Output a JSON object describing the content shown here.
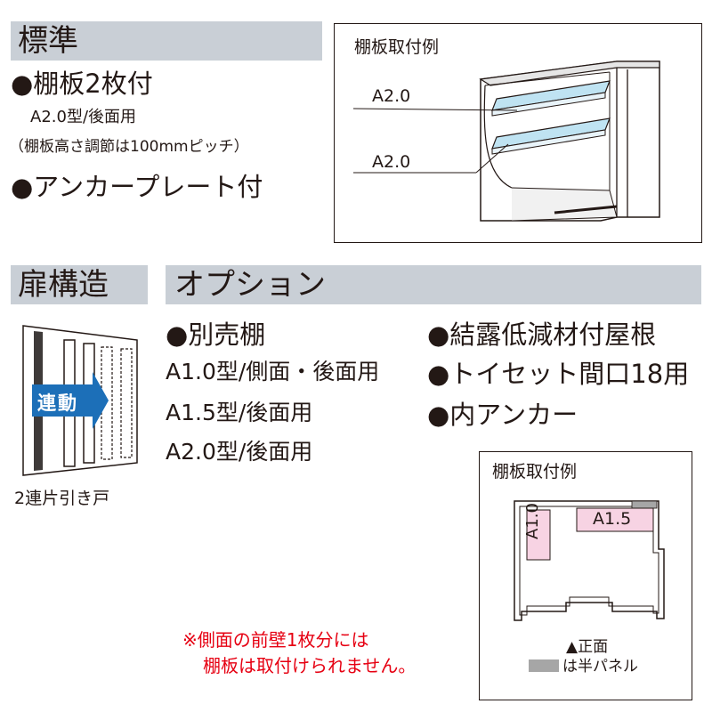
{
  "standard": {
    "heading": "標準",
    "items": [
      {
        "label": "●棚板2枚付",
        "sub": [
          "A2.0型/後面用",
          "（棚板高さ調節は100mmピッチ）"
        ]
      },
      {
        "label": "●アンカープレート付"
      }
    ]
  },
  "shelf_example_top": {
    "caption": "棚板取付例",
    "labels": [
      "A2.0",
      "A2.0"
    ]
  },
  "door": {
    "heading": "扉構造",
    "badge": "連動",
    "caption": "2連片引き戸"
  },
  "options": {
    "heading": "オプション",
    "left": {
      "title": "●別売棚",
      "lines": [
        "A1.0型/側面・後面用",
        "A1.5型/後面用",
        "A2.0型/後面用"
      ]
    },
    "right": [
      "●結露低減材付屋根",
      "●トイセット間口18用",
      "●内アンカー"
    ]
  },
  "shelf_example_bottom": {
    "caption": "棚板取付例",
    "labels": {
      "side": "A1.0",
      "back": "A1.5"
    },
    "front_label": "▲正面",
    "legend": "は半パネル"
  },
  "note": [
    "※側面の前壁1枚分には",
    "棚板は取付けられません。"
  ],
  "colors": {
    "heading_bar": "#c9cfd6",
    "shelf_blue": "#bfe3f2",
    "shelf_pink": "#f7d3e3",
    "half_panel_gray": "#a6a6a6",
    "note_red": "#e60012",
    "badge_blue": "#1c6fb8"
  }
}
